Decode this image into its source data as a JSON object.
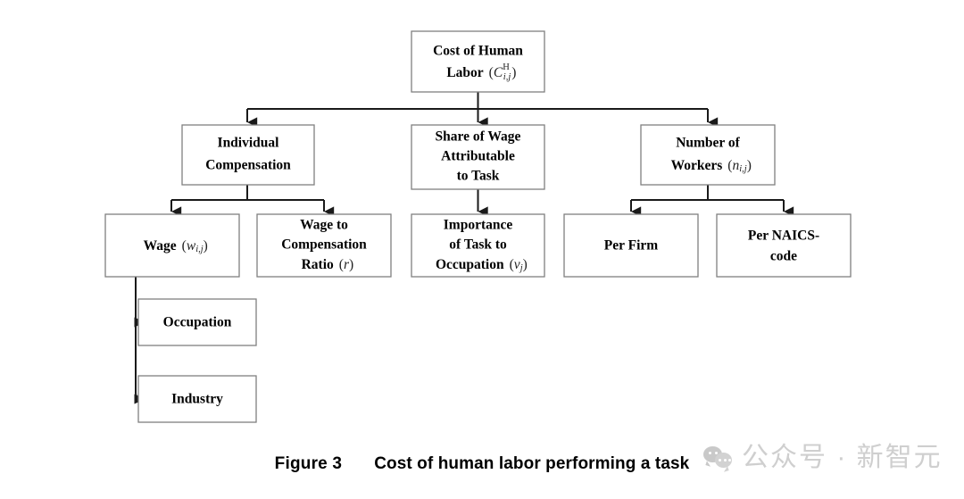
{
  "figure": {
    "background": "#ffffff",
    "box_border_color": "#808080",
    "connector_color": "#1a1a1a"
  },
  "caption": {
    "label": "Figure 3",
    "title": "Cost of human labor performing a task"
  },
  "watermark": {
    "icon": "wechat-bubbles-icon",
    "text": "公众号 · 新智元",
    "color": "#cfcfcf"
  },
  "tree": {
    "root": {
      "id": "cost-of-human-labor",
      "lines": [
        "Cost of Human",
        "Labor (C^H_{i,j})"
      ],
      "line1": "Cost of Human",
      "line2_text": "Labor",
      "line2_var": "C",
      "line2_sup": "H",
      "line2_sub": "i,j"
    },
    "level2": [
      {
        "id": "individual-compensation",
        "line1": "Individual",
        "line2": "Compensation"
      },
      {
        "id": "share-of-wage-attributable-to-task",
        "line1": "Share of Wage",
        "line2": "Attributable",
        "line3": "to Task"
      },
      {
        "id": "number-of-workers",
        "line1": "Number of",
        "line2_text": "Workers",
        "line2_var": "n",
        "line2_sub": "i,j"
      }
    ],
    "level3": [
      {
        "id": "wage",
        "line1_text": "Wage",
        "line1_var": "w",
        "line1_sub": "i,j"
      },
      {
        "id": "wage-to-compensation-ratio",
        "line1": "Wage to",
        "line2": "Compensation",
        "line3_text": "Ratio",
        "line3_var": "r"
      },
      {
        "id": "importance-of-task-to-occupation",
        "line1": "Importance",
        "line2": "of Task to",
        "line3_text": "Occupation",
        "line3_var": "v",
        "line3_sub": "j"
      },
      {
        "id": "per-firm",
        "line1": "Per Firm"
      },
      {
        "id": "per-naics-code",
        "line1": "Per NAICS-",
        "line2": "code"
      }
    ],
    "level4": [
      {
        "id": "occupation",
        "line1": "Occupation"
      },
      {
        "id": "industry",
        "line1": "Industry"
      }
    ]
  }
}
